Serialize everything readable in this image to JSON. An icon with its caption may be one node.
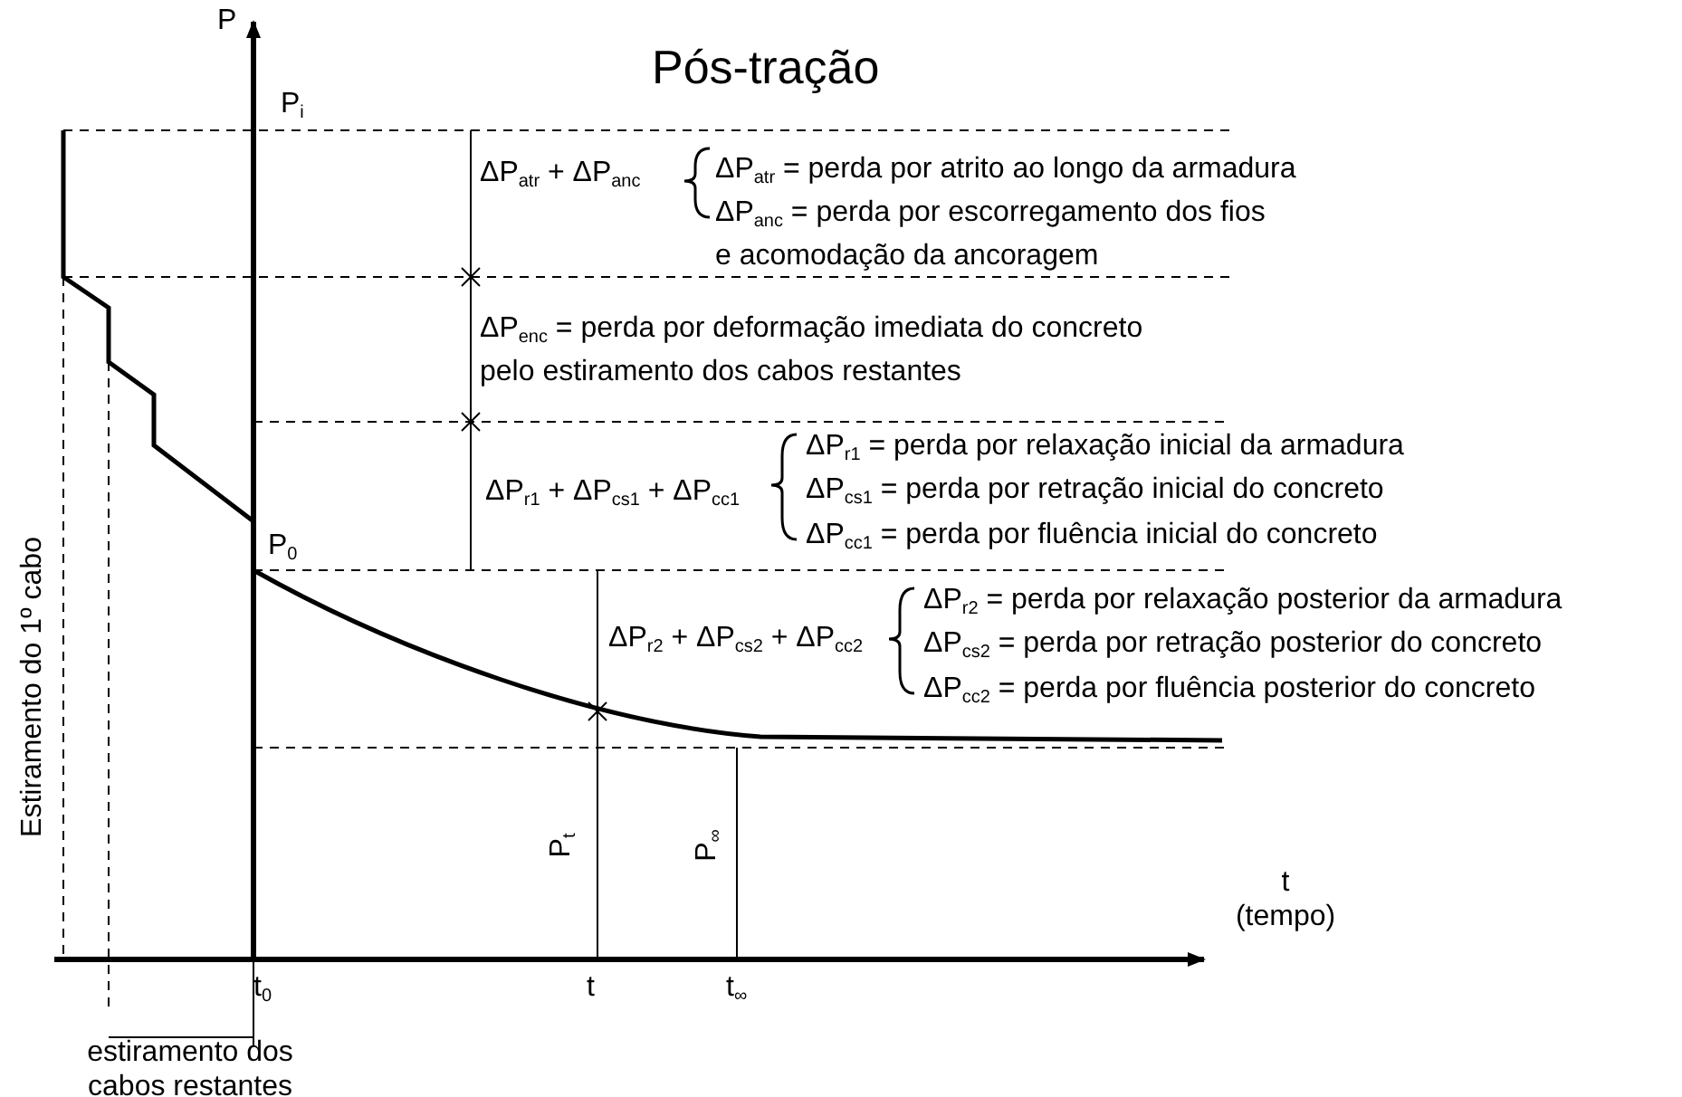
{
  "diagram": {
    "title": "Pós-tração",
    "labels": [
      "P",
      "P$_{i}$",
      "ΔP$_{atr}$ + ΔP$_{anc}$",
      "ΔP$_{atr}$ = perda por atrito ao longo da armadura",
      "ΔP$_{anc}$ = perda por escorregamento dos fios e acomodação da ancoragem",
      "ΔP$_{enc}$ = perda por deformação imediata do concreto pelo estiramento dos cabos restantes",
      "ΔP$_{r1}$ + ΔP$_{cs1}$ + ΔP$_{cc1}$",
      "ΔP$_{r1}$ = perda por relaxação inicial da armadura",
      "ΔP$_{cs1}$ = perda por retração inicial do concreto",
      "ΔP$_{cc1}$ = perda por fluência inicial do concreto",
      "P$_{0}$",
      "ΔP$_{r2}$ + ΔP$_{cs2}$ + ΔP$_{cc2}$",
      "ΔP$_{r2}$ = perda por relaxação posterior da armadura",
      "ΔP$_{cs2}$ = perda por retração posterior do concreto",
      "ΔP$_{cc2}$ = perda por fluência posterior do concreto",
      "P$_{t}$",
      "P$_{∞}$",
      "t (tempo)",
      "t$_{0}$",
      "t",
      "t$_{∞}$",
      "Estiramento do 1º cabo",
      "estiramento dos cabos restantes"
    ]
  }
}
